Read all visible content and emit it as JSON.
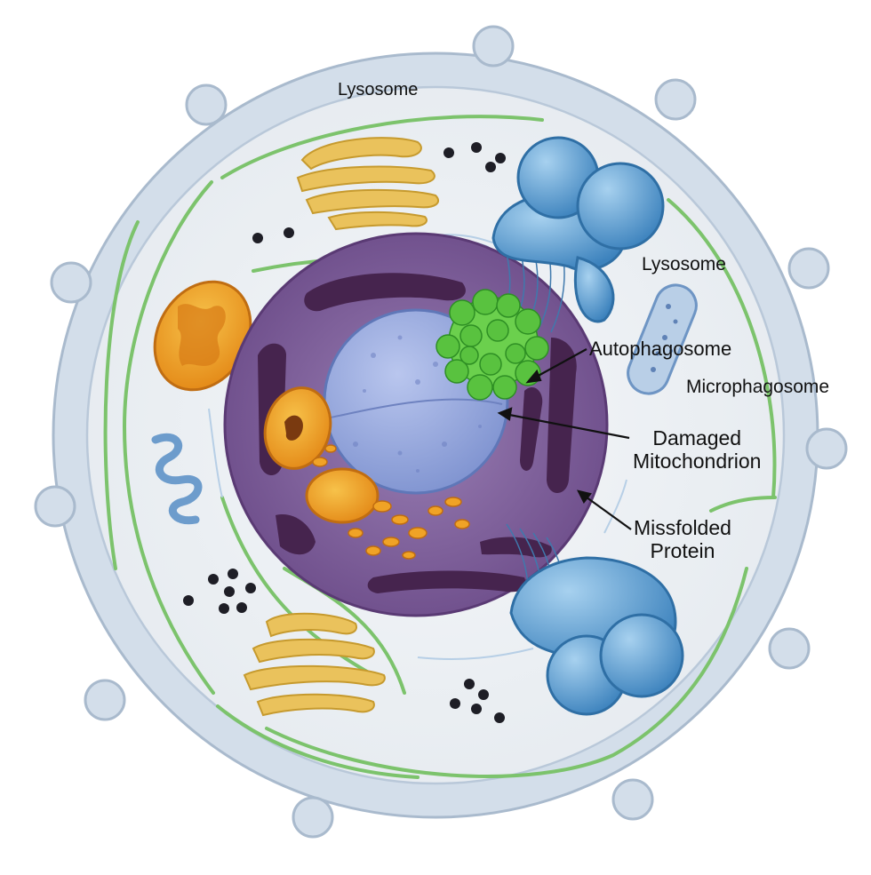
{
  "labels": {
    "lysosome_top": "Lysosome",
    "lysosome_right": "Lysosome",
    "autophagosome": "Autophagosome",
    "microphagosome": "Microphagosome",
    "damaged_line1": "Damaged",
    "damaged_line2": "Mitochondrion",
    "missfolded_line1": "Missfolded",
    "missfolded_line2": "Protein"
  },
  "colors": {
    "membrane": "#c5d3e3",
    "cytoplasm": "#eef1f4",
    "er_green": "#7cc36c",
    "nucleus_purple": "#7d5d98",
    "nucleus_dark": "#46244e",
    "nucleolus_blue": "#8fa7dc",
    "lysosome_blue": "#4d95c8",
    "autophagosome_green": "#59c23f",
    "mitochondrion_orange": "#f0a326",
    "golgi_yellow": "#eac25c",
    "granule_black": "#1e1e26"
  }
}
